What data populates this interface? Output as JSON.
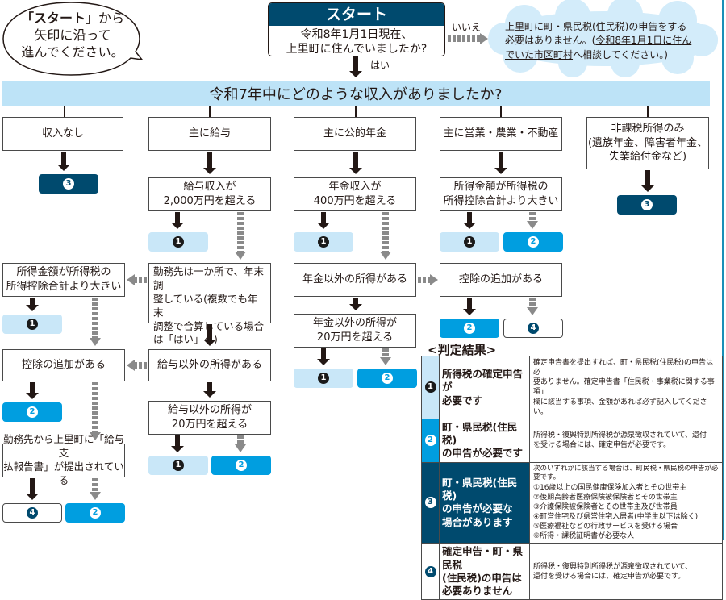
{
  "colors": {
    "banner": "#bde3f7",
    "start_header": "#004a6e",
    "result_1": "#c9e7f8",
    "result_2": "#009ee0",
    "result_3": "#004a6e",
    "result_4": "#ffffff",
    "cloud": "#d3ecfa",
    "right_border": "#1a8fb8"
  },
  "speech_bubble": {
    "line1_bold": "「スタート」",
    "line1_rest": "から",
    "line2": "矢印に沿って",
    "line3": "進んでください。"
  },
  "start": {
    "title": "スタート",
    "question_line1": "令和8年1月1日現在、",
    "question_line2": "上里町に住んでいましたか?",
    "yes_label": "はい",
    "no_label": "いいえ"
  },
  "cloud_note": {
    "line1": "上里町に町・県民税(住民税)の申告をする",
    "line2_plain": "必要はありません。(",
    "line2_underlined": "令和8年1月1日に住ん",
    "line3_underlined": "でいた市区町村",
    "line3_plain": "へ相談してください。)"
  },
  "banner": {
    "question": "令和7年中にどのような収入がありましたか?"
  },
  "categories": [
    {
      "label": "収入なし"
    },
    {
      "label": "主に給与"
    },
    {
      "label": "主に公的年金"
    },
    {
      "label": "主に営業・農業・不動産"
    },
    {
      "label_line1": "非課税所得のみ",
      "label_line2": "(遺族年金、障害者年金、",
      "label_line3": "失業給付金など)"
    }
  ],
  "nodes": {
    "salary_over": {
      "line1": "給与収入が",
      "line2": "2,000万円を超える"
    },
    "pension_over": {
      "line1": "年金収入が",
      "line2": "400万円を超える"
    },
    "business_income": {
      "line1": "所得金額が所得税の",
      "line2": "所得控除合計より大きい"
    },
    "single_employer": {
      "line1": "勤務先は一か所で、年末調",
      "line2": "整している(複数でも年末",
      "line3": "調整で合算している場合",
      "line4": "は「はい」へ)"
    },
    "left_income": {
      "line1": "所得金額が所得税の",
      "line2": "所得控除合計より大きい"
    },
    "left_deduction": {
      "label": "控除の追加がある"
    },
    "salary_other_income": {
      "label": "給与以外の所得がある"
    },
    "salary_other_over": {
      "line1": "給与以外の所得が",
      "line2": "20万円を超える"
    },
    "salary_report": {
      "line1": "勤務先から上里町に「給与支",
      "line2": "払報告書」が提出されている"
    },
    "pension_other_income": {
      "label": "年金以外の所得がある"
    },
    "pension_other_over": {
      "line1": "年金以外の所得が",
      "line2": "20万円を超える"
    },
    "right_deduction": {
      "label": "控除の追加がある"
    }
  },
  "result_numbers": {
    "r1": "1",
    "r2": "2",
    "r3": "3",
    "r4": "4"
  },
  "legend": {
    "title": "<判定結果>",
    "rows": [
      {
        "num": "1",
        "title_line1": "所得税の確定申告が",
        "title_line2": "必要です",
        "desc_lines": [
          "確定申告書を提出すれば、町・県民税(住民税)の申告は必",
          "要ありません。確定申告書「住民税・事業税に関する事項」",
          "欄に該当する事項、金額があれば必ず記入してください。"
        ]
      },
      {
        "num": "2",
        "title_line1": "町・県民税(住民税)",
        "title_line2": "の申告が必要です",
        "desc_lines": [
          "所得税・復興特別所得税が源泉徴収されていて、還付",
          "を受ける場合には、確定申告が必要です。"
        ]
      },
      {
        "num": "3",
        "title_line1": "町・県民税(住民税)",
        "title_line2": "の申告が必要な",
        "title_line3": "場合があります",
        "desc_intro": "次のいずれかに該当する場合は、町民税・県民税の申告が必要です。",
        "desc_lines": [
          "①16歳以上の国民健康保険加入者とその世帯主",
          "②後期高齢者医療保険被保険者とその世帯主",
          "③介護保険被保険者とその世帯主及び世帯員",
          "④町営住宅及び県営住宅入居者(中学生以下は除く)",
          "⑤医療福祉などの行政サービスを受ける場合",
          "⑥所得・課税証明書が必要な人"
        ]
      },
      {
        "num": "4",
        "title_line1": "確定申告・町・県民税",
        "title_line2": "(住民税)の申告は",
        "title_line3": "必要ありません",
        "desc_lines": [
          "所得税・復興特別所得税が源泉徴収されていて、",
          "還付を受ける場合には、確定申告が必要です。"
        ]
      }
    ]
  }
}
